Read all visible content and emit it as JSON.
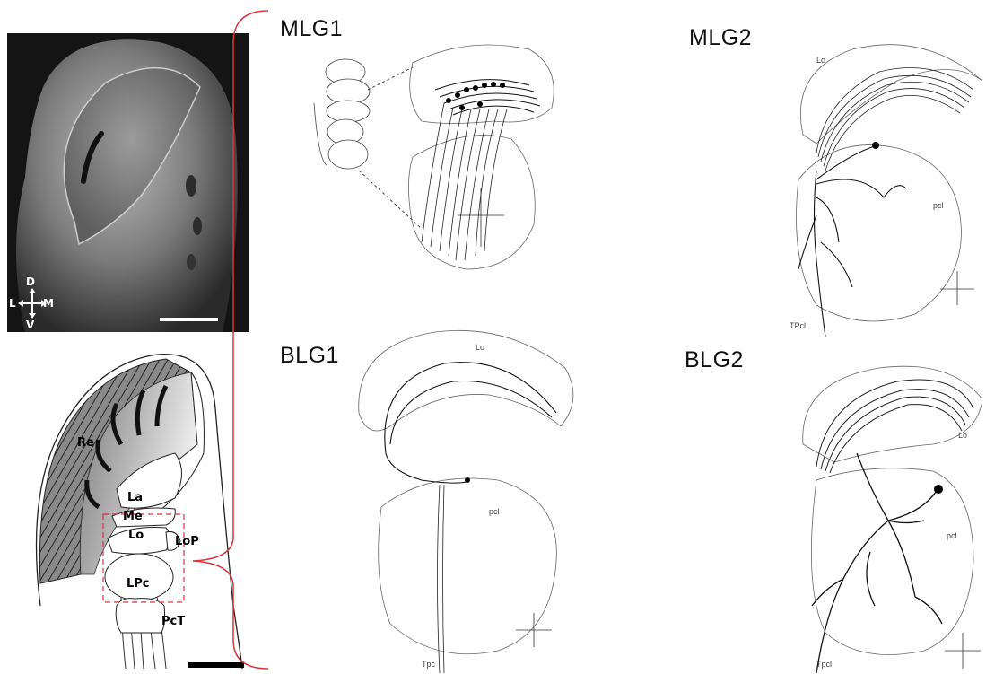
{
  "photo": {
    "orientation": {
      "dorsal": "D",
      "ventral": "V",
      "lateral": "L",
      "medial": "M"
    }
  },
  "schematic": {
    "labels": {
      "re": "Re",
      "la": "La",
      "me": "Me",
      "lo": "Lo",
      "lop": "LoP",
      "lpc": "LPc",
      "pct": "PcT"
    }
  },
  "panels": [
    {
      "id": "mlg1",
      "title": "MLG1"
    },
    {
      "id": "mlg2",
      "title": "MLG2",
      "lo_label": "Lo",
      "lpc_label": "pcl",
      "tract_label": "TPcl"
    },
    {
      "id": "blg1",
      "title": "BLG1",
      "lo_label": "Lo",
      "lpc_label": "pcl",
      "tract_label": "Tpc"
    },
    {
      "id": "blg2",
      "title": "BLG2",
      "lo_label": "Lo",
      "lpc_label": "pcl",
      "tract_label": "Tpcl"
    }
  ],
  "colors": {
    "accent_red": "#d9343a",
    "photo_bg": "#1a1a1a",
    "ink": "#111111"
  }
}
